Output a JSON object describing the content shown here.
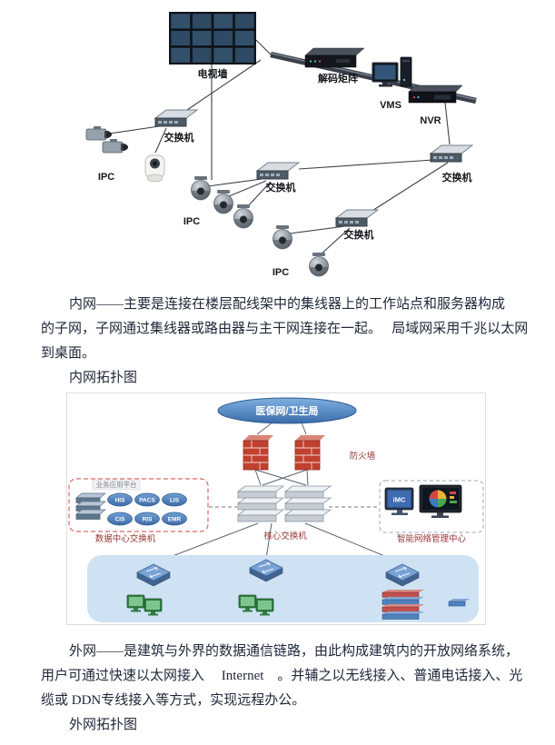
{
  "document": {
    "intranet_paragraph": {
      "lines": [
        "内网——主要是连接在楼层配线架中的集线器上的工作站点和服务器构成",
        "的子网，子网通过集线器或路由器与主干网连接在一起。　 局域网采用千兆以太网",
        "到桌面。"
      ],
      "caption": "内网拓扑图"
    },
    "extranet_paragraph": {
      "lines": [
        "外网——是建筑与外界的数据通信链路，由此构成建筑内的开放网络系统，",
        "用户可通过快速以太网接入　 Internet　。并辅之以无线接入、普通电话接入、光",
        "缆或 DDN专线接入等方式，实现远程办公。"
      ],
      "caption": "外网拓扑图"
    }
  },
  "diagram1": {
    "labels": {
      "tv_wall": "电视墙",
      "decoder_matrix": "解码矩阵",
      "vms": "VMS",
      "nvr": "NVR",
      "switch": "交换机",
      "ipc": "IPC"
    }
  },
  "diagram2": {
    "cloud_label": "医保网/卫生局",
    "firewall_label": "防火墙",
    "business_platform_label": "业务应用平台",
    "app_nodes": [
      "HIS",
      "PACS",
      "LIS",
      "CIS",
      "RIS",
      "EMR"
    ],
    "datacenter_switch_label": "数据中心交换机",
    "core_switch_label": "核心交换机",
    "imc_label": "iMC",
    "management_center_label": "智能网络管理中心"
  },
  "colors": {
    "firewall_red": "#c1402f",
    "node_blue": "#4f81bd",
    "access_band_blue": "#cfe2f3",
    "diagram_label_red": "#943634",
    "body_text": "#20283a"
  }
}
